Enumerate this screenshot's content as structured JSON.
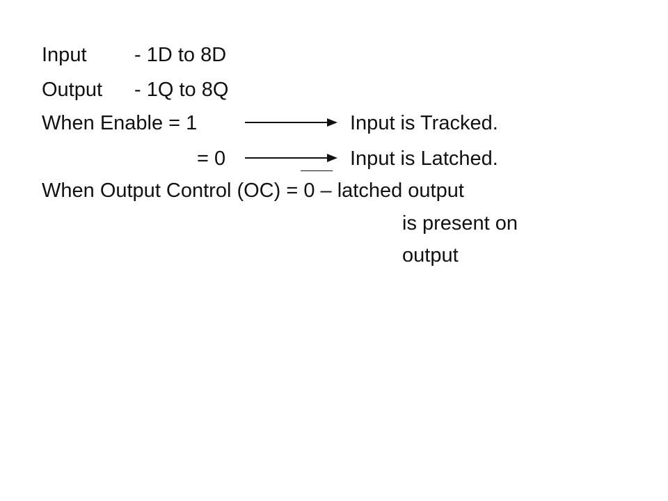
{
  "lines": {
    "input_label": "Input",
    "input_value": "- 1D to 8D",
    "output_label": "Output",
    "output_value": "- 1Q to 8Q",
    "enable_label": "When Enable = 1",
    "enable_one_result": "Input is Tracked.",
    "enable_zero_label": "= 0",
    "enable_zero_result": "Input is Latched.",
    "oc_text": "When Output Control (OC) = 0 – latched output",
    "oc_cont1": "is present on",
    "oc_cont2": "output"
  },
  "icons": {
    "arrow": "right-arrow-icon"
  }
}
